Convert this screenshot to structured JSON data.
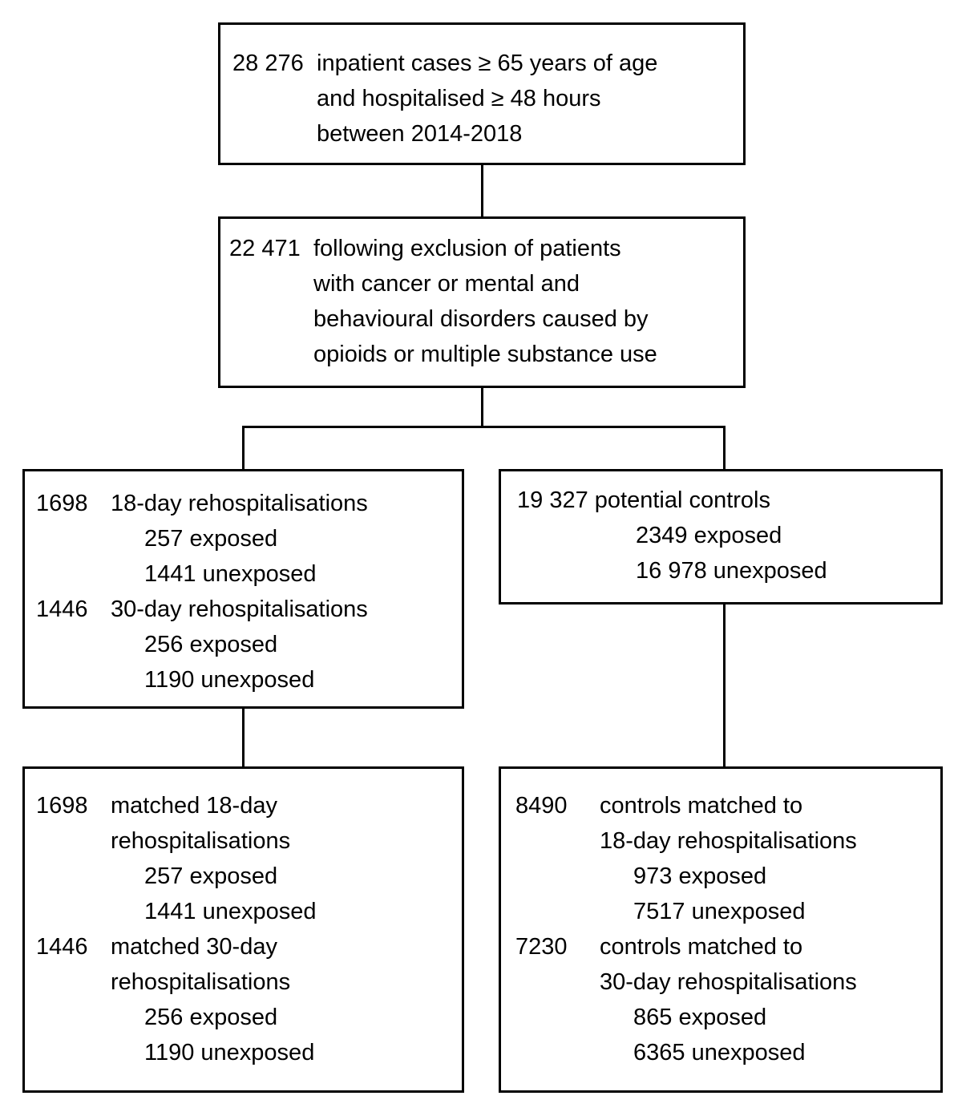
{
  "diagram": {
    "top_box": {
      "number": "28 276",
      "lines": [
        "inpatient cases ≥ 65 years of age",
        "and hospitalised ≥ 48 hours",
        "between 2014-2018"
      ]
    },
    "exclusion_box": {
      "number": "22 471",
      "lines": [
        "following exclusion of patients",
        "with cancer or mental and",
        "behavioural disorders caused by",
        "opioids or multiple substance use"
      ]
    },
    "cases_box": {
      "groups": [
        {
          "number": "1698",
          "label": "18-day rehospitalisations",
          "stats": [
            "257 exposed",
            "1441 unexposed"
          ]
        },
        {
          "number": "1446",
          "label": "30-day rehospitalisations",
          "stats": [
            "256 exposed",
            "1190 unexposed"
          ]
        }
      ]
    },
    "controls_box": {
      "heading": "19 327 potential controls",
      "stats": [
        "2349 exposed",
        "16 978 unexposed"
      ]
    },
    "matched_cases_box": {
      "groups": [
        {
          "number": "1698",
          "label_lines": [
            "matched 18-day",
            "rehospitalisations"
          ],
          "stats": [
            "257 exposed",
            "1441 unexposed"
          ]
        },
        {
          "number": "1446",
          "label_lines": [
            "matched 30-day",
            "rehospitalisations"
          ],
          "stats": [
            "256 exposed",
            "1190 unexposed"
          ]
        }
      ]
    },
    "matched_controls_box": {
      "groups": [
        {
          "number": "8490",
          "label_lines": [
            "controls matched to",
            "18-day rehospitalisations"
          ],
          "stats": [
            "973 exposed",
            "7517 unexposed"
          ]
        },
        {
          "number": "7230",
          "label_lines": [
            "controls matched to",
            "30-day rehospitalisations"
          ],
          "stats": [
            "865 exposed",
            "6365 unexposed"
          ]
        }
      ]
    },
    "colors": {
      "background": "#ffffff",
      "border": "#000000",
      "text": "#000000"
    }
  }
}
